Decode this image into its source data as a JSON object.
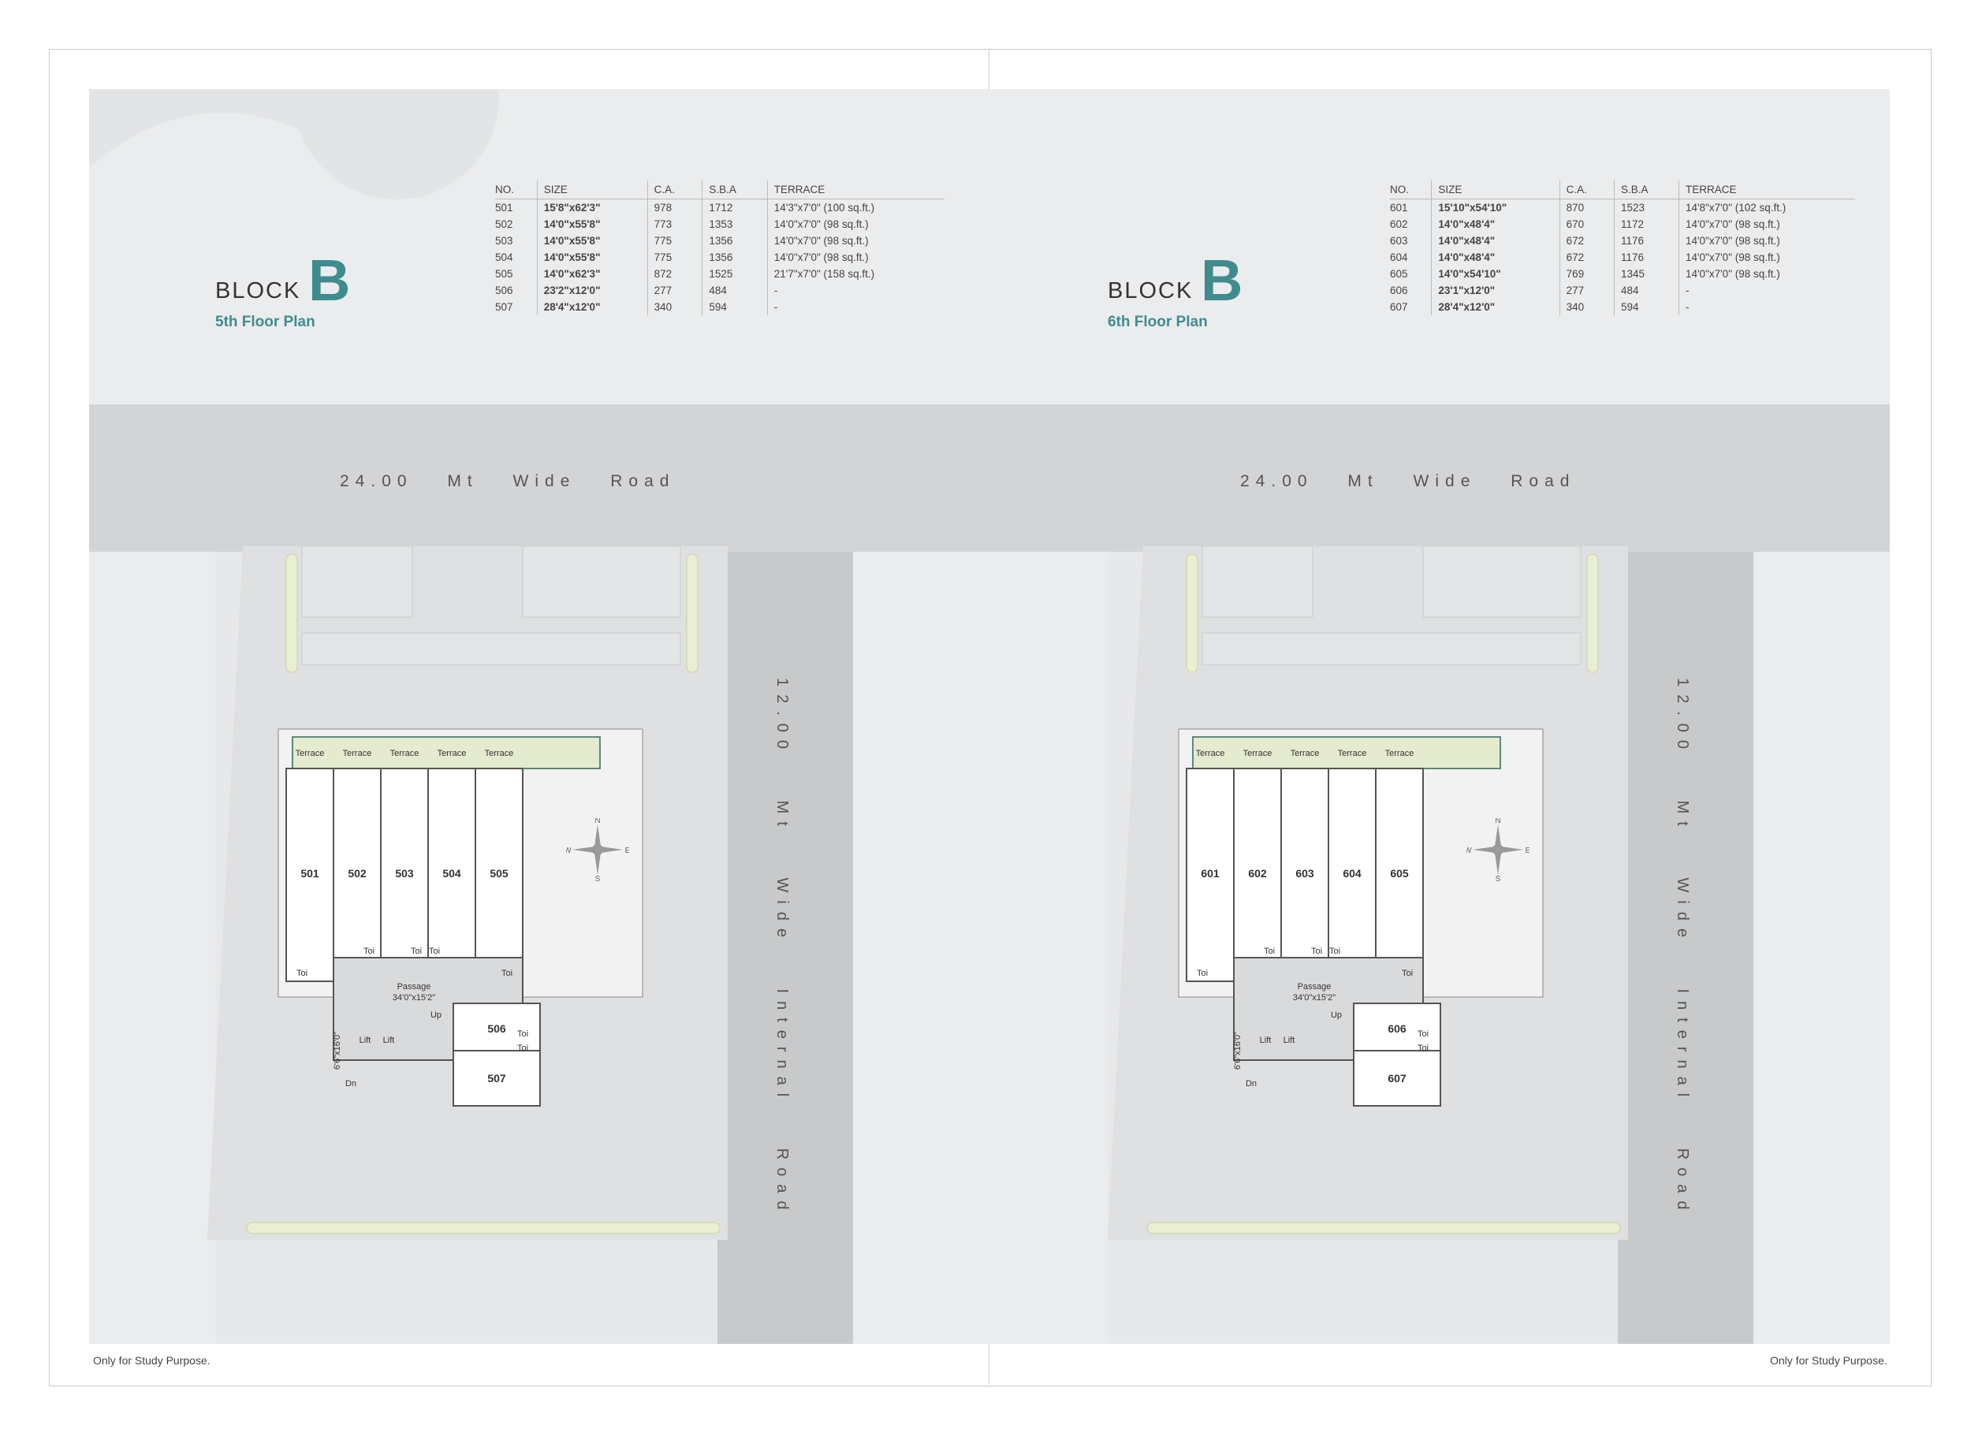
{
  "left": {
    "block_word": "BLOCK",
    "block_letter": "B",
    "floor_label": "5th Floor Plan",
    "headers": [
      "NO.",
      "SIZE",
      "C.A.",
      "S.B.A",
      "TERRACE"
    ],
    "rows": [
      [
        "501",
        "15'8\"x62'3\"",
        "978",
        "1712",
        "14'3\"x7'0\" (100 sq.ft.)"
      ],
      [
        "502",
        "14'0\"x55'8\"",
        "773",
        "1353",
        "14'0\"x7'0\" (98 sq.ft.)"
      ],
      [
        "503",
        "14'0\"x55'8\"",
        "775",
        "1356",
        "14'0\"x7'0\" (98 sq.ft.)"
      ],
      [
        "504",
        "14'0\"x55'8\"",
        "775",
        "1356",
        "14'0\"x7'0\" (98 sq.ft.)"
      ],
      [
        "505",
        "14'0\"x62'3\"",
        "872",
        "1525",
        "21'7\"x7'0\" (158 sq.ft.)"
      ],
      [
        "506",
        "23'2\"x12'0\"",
        "277",
        "484",
        "-"
      ],
      [
        "507",
        "28'4\"x12'0\"",
        "340",
        "594",
        "-"
      ]
    ],
    "road_h": "24.00 Mt Wide Road",
    "road_v": "12.00 Mt Wide Internal Road",
    "units": [
      "501",
      "502",
      "503",
      "504",
      "505"
    ],
    "unit_506": "506",
    "unit_507": "507",
    "terrace": "Terrace",
    "toi": "Toi",
    "lift": "Lift",
    "passage": "Passage",
    "passage_size": "34'0\"x15'2\"",
    "up": "Up",
    "dn": "Dn",
    "stair_size": "6'6\"x16'0\"",
    "footer": "Only for Study Purpose."
  },
  "right": {
    "block_word": "BLOCK",
    "block_letter": "B",
    "floor_label": "6th Floor Plan",
    "headers": [
      "NO.",
      "SIZE",
      "C.A.",
      "S.B.A",
      "TERRACE"
    ],
    "rows": [
      [
        "601",
        "15'10\"x54'10\"",
        "870",
        "1523",
        "14'8\"x7'0\" (102 sq.ft.)"
      ],
      [
        "602",
        "14'0\"x48'4\"",
        "670",
        "1172",
        "14'0\"x7'0\" (98 sq.ft.)"
      ],
      [
        "603",
        "14'0\"x48'4\"",
        "672",
        "1176",
        "14'0\"x7'0\" (98 sq.ft.)"
      ],
      [
        "604",
        "14'0\"x48'4\"",
        "672",
        "1176",
        "14'0\"x7'0\" (98 sq.ft.)"
      ],
      [
        "605",
        "14'0\"x54'10\"",
        "769",
        "1345",
        "14'0\"x7'0\" (98 sq.ft.)"
      ],
      [
        "606",
        "23'1\"x12'0\"",
        "277",
        "484",
        "-"
      ],
      [
        "607",
        "28'4\"x12'0\"",
        "340",
        "594",
        "-"
      ]
    ],
    "road_h": "24.00 Mt Wide Road",
    "road_v": "12.00 Mt Wide Internal Road",
    "units": [
      "601",
      "602",
      "603",
      "604",
      "605"
    ],
    "unit_506": "606",
    "unit_507": "607",
    "terrace": "Terrace",
    "toi": "Toi",
    "lift": "Lift",
    "passage": "Passage",
    "passage_size": "34'0\"x15'2\"",
    "up": "Up",
    "dn": "Dn",
    "stair_size": "6'6\"x16'0\"",
    "footer": "Only for Study Purpose."
  },
  "compass": {
    "n": "N",
    "s": "S",
    "e": "E",
    "w": "W"
  },
  "colors": {
    "accent": "#3f8c8f",
    "terrace": "#e4ebce",
    "road": "#c7c9ca"
  }
}
